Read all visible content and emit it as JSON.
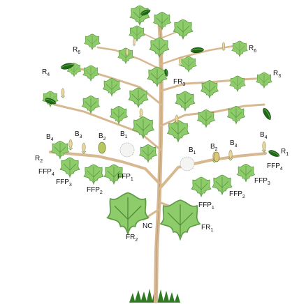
{
  "colors": {
    "stem": "#d8b890",
    "stem_edge": "#b8966e",
    "leaf": "#8ecb6a",
    "leaf_edge": "#5c9a44",
    "leaf_vein": "#4f8a39",
    "boll": "#1f6a18",
    "bud": "#e8d8a0",
    "flower": "#f4f4f2",
    "grass": "#2f7a22",
    "label": "#111111"
  },
  "labels": {
    "R6_left": {
      "main": "R",
      "sub": "6"
    },
    "R6_right": {
      "main": "R",
      "sub": "6"
    },
    "R4": {
      "main": "R",
      "sub": "4"
    },
    "FR3": {
      "main": "FR",
      "sub": "3"
    },
    "R3": {
      "main": "R",
      "sub": "3"
    },
    "B4_left": {
      "main": "B",
      "sub": "4"
    },
    "B3_left": {
      "main": "B",
      "sub": "3"
    },
    "B2_left": {
      "main": "B",
      "sub": "2"
    },
    "B1_left": {
      "main": "B",
      "sub": "1"
    },
    "R2": {
      "main": "R",
      "sub": "2"
    },
    "FFP4_left": {
      "main": "FFP",
      "sub": "4"
    },
    "FFP3_left": {
      "main": "FFP",
      "sub": "3"
    },
    "FFP2_left": {
      "main": "FFP",
      "sub": "2"
    },
    "FFP1_left": {
      "main": "FFP",
      "sub": "1"
    },
    "B1_right": {
      "main": "B",
      "sub": "1"
    },
    "B2_right": {
      "main": "B",
      "sub": "2"
    },
    "B3_right": {
      "main": "B",
      "sub": "3"
    },
    "B4_right": {
      "main": "B",
      "sub": "4"
    },
    "R1": {
      "main": "R",
      "sub": "1"
    },
    "FFP4_right": {
      "main": "FFP",
      "sub": "4"
    },
    "FFP3_right": {
      "main": "FFP",
      "sub": "3"
    },
    "FFP2_right": {
      "main": "FFP",
      "sub": "2"
    },
    "FFP1_right": {
      "main": "FFP",
      "sub": "1"
    },
    "NC": {
      "main": "NC",
      "sub": ""
    },
    "FR2": {
      "main": "FR",
      "sub": "2"
    },
    "FR1": {
      "main": "FR",
      "sub": "1"
    }
  }
}
